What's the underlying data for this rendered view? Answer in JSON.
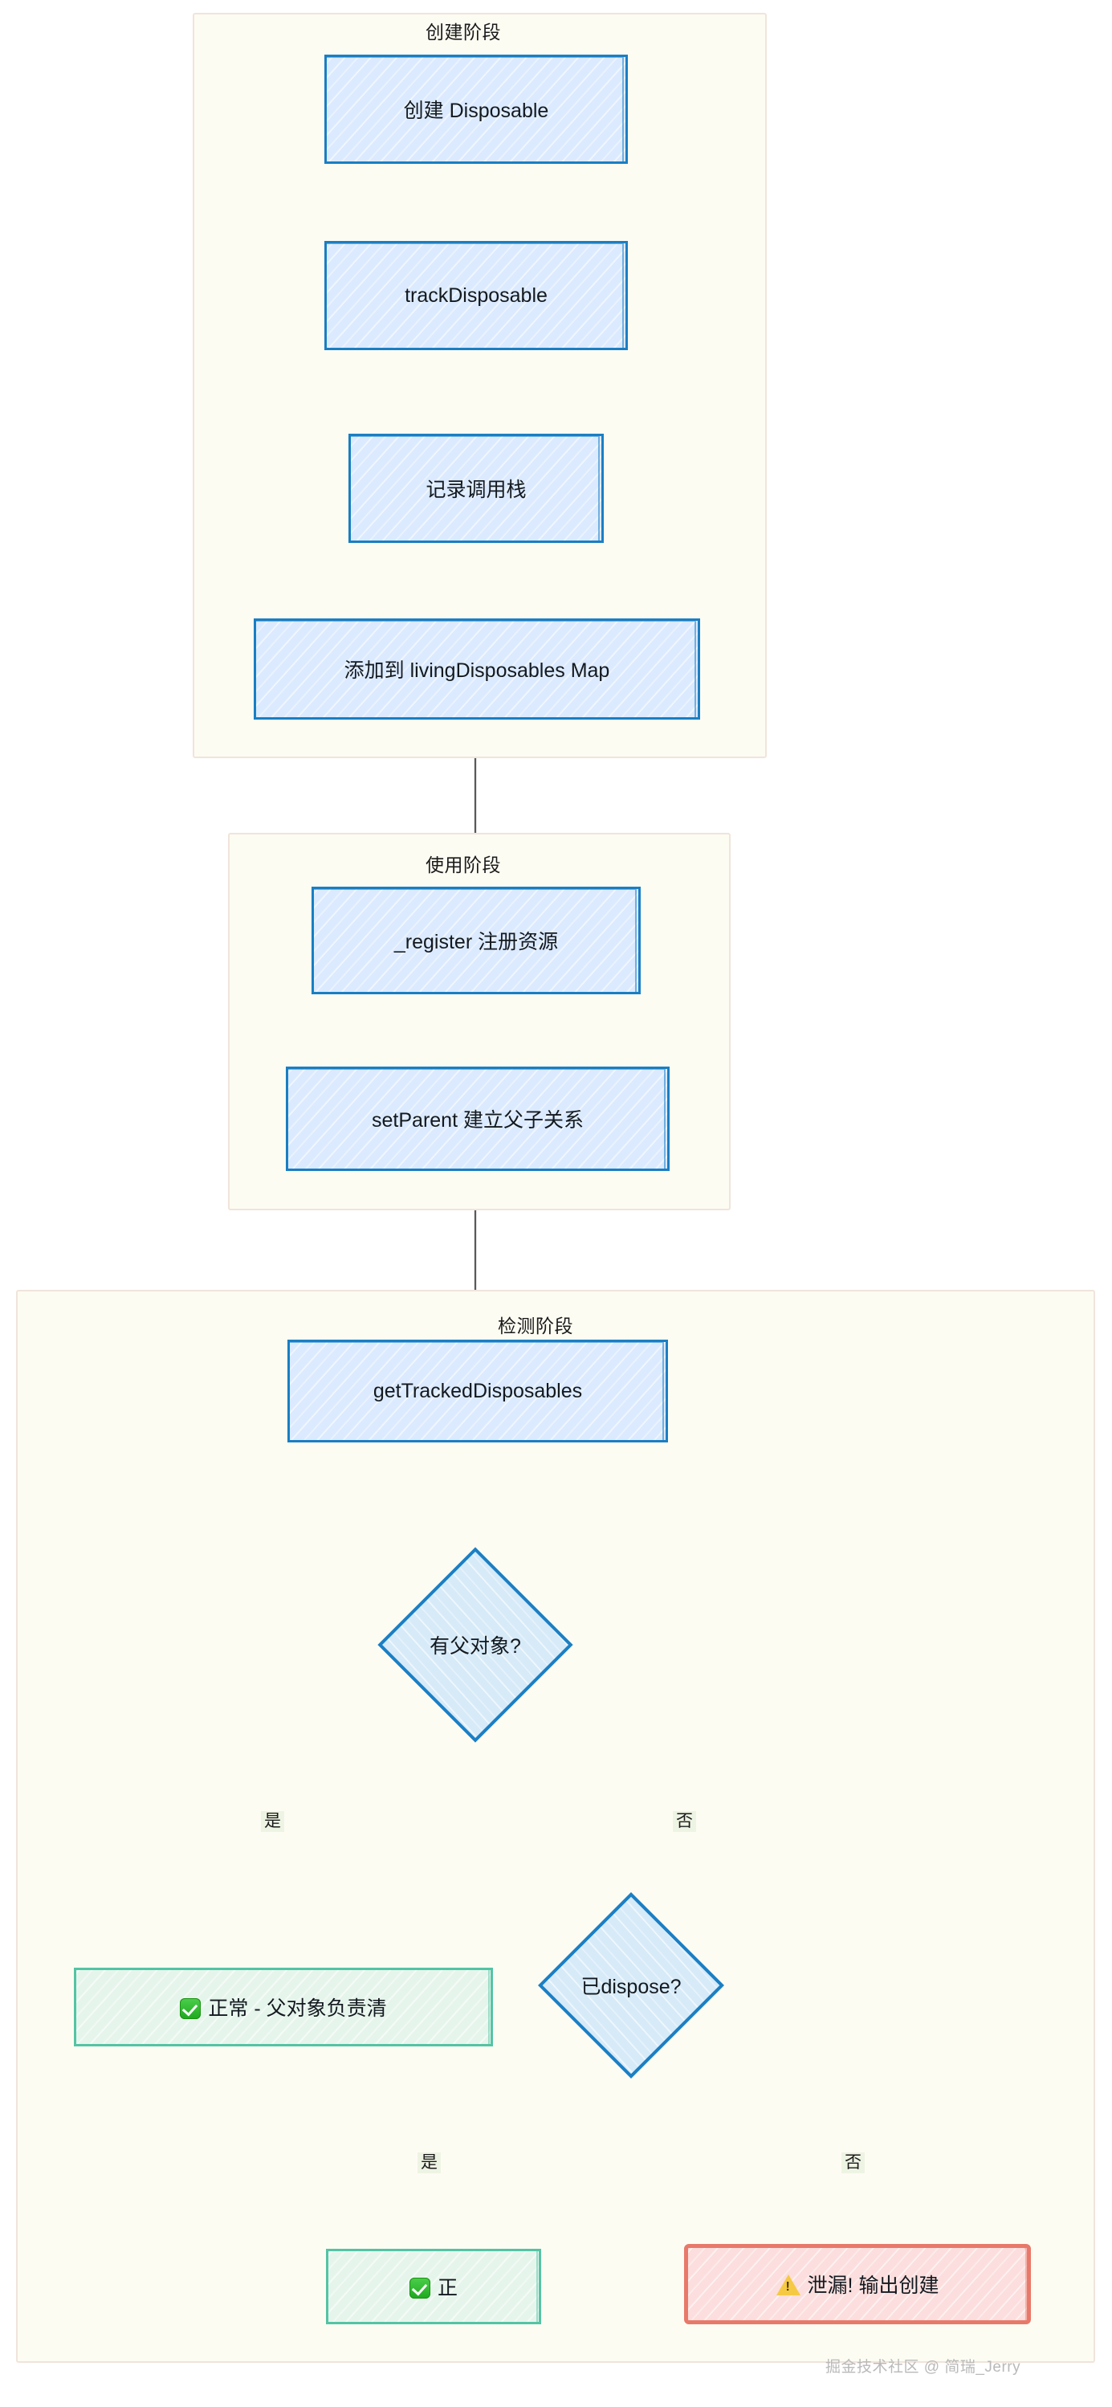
{
  "diagram": {
    "type": "flowchart",
    "direction": "top-down",
    "clusters": [
      {
        "id": "create",
        "title": "创建阶段"
      },
      {
        "id": "use",
        "title": "使用阶段"
      },
      {
        "id": "detect",
        "title": "检测阶段"
      }
    ],
    "nodes": [
      {
        "id": "n1",
        "label": "创建 Disposable",
        "shape": "rect",
        "style": "blue",
        "cluster": "create"
      },
      {
        "id": "n2",
        "label": "trackDisposable",
        "shape": "rect",
        "style": "blue",
        "cluster": "create"
      },
      {
        "id": "n3",
        "label": "记录调用栈",
        "shape": "rect",
        "style": "blue",
        "cluster": "create"
      },
      {
        "id": "n4",
        "label": "添加到 livingDisposables Map",
        "shape": "rect",
        "style": "blue",
        "cluster": "create"
      },
      {
        "id": "n5",
        "label": "_register 注册资源",
        "shape": "rect",
        "style": "blue",
        "cluster": "use"
      },
      {
        "id": "n6",
        "label": "setParent 建立父子关系",
        "shape": "rect",
        "style": "blue",
        "cluster": "use"
      },
      {
        "id": "n7",
        "label": "getTrackedDisposables",
        "shape": "rect",
        "style": "blue",
        "cluster": "detect"
      },
      {
        "id": "d1",
        "label": "有父对象?",
        "shape": "diamond",
        "style": "blue",
        "cluster": "detect"
      },
      {
        "id": "r1",
        "label": "正常 - 父对象负责清",
        "icon": "check-icon",
        "shape": "rect",
        "style": "green",
        "cluster": "detect"
      },
      {
        "id": "d2",
        "label": "已dispose?",
        "shape": "diamond",
        "style": "blue",
        "cluster": "detect"
      },
      {
        "id": "r2",
        "label": "正",
        "icon": "check-icon",
        "shape": "rect",
        "style": "green",
        "cluster": "detect"
      },
      {
        "id": "r3",
        "label": "泄漏! 输出创建",
        "icon": "warning-icon",
        "shape": "rect",
        "style": "red",
        "cluster": "detect"
      }
    ],
    "edges": [
      {
        "from": "n1",
        "to": "n2",
        "label": ""
      },
      {
        "from": "n2",
        "to": "n3",
        "label": ""
      },
      {
        "from": "n3",
        "to": "n4",
        "label": ""
      },
      {
        "from": "n4",
        "to": "n5",
        "label": ""
      },
      {
        "from": "n5",
        "to": "n6",
        "label": ""
      },
      {
        "from": "n6",
        "to": "n7",
        "label": ""
      },
      {
        "from": "n7",
        "to": "d1",
        "label": ""
      },
      {
        "from": "d1",
        "to": "r1",
        "label": "是"
      },
      {
        "from": "d1",
        "to": "d2",
        "label": "否"
      },
      {
        "from": "d2",
        "to": "r2",
        "label": "是"
      },
      {
        "from": "d2",
        "to": "r3",
        "label": "否"
      }
    ],
    "edge_labels": {
      "d1_yes": "是",
      "d1_no": "否",
      "d2_yes": "是",
      "d2_no": "否"
    },
    "colors": {
      "node_blue_fill": "#dbeafe",
      "node_blue_border": "#1b7fc4",
      "node_green_fill": "#e6f5ec",
      "node_green_border": "#53c4a4",
      "node_red_fill": "#fbdedd",
      "node_red_border": "#e8796a",
      "cluster_fill": "#fdfcf3",
      "cluster_border": "#f0e4dc",
      "edge_stroke": "#555555",
      "edge_label_bg": "#eef4e3",
      "text": "#13191f"
    }
  },
  "watermark": {
    "text": "掘金技术社区 @ 简瑞_Jerry"
  }
}
